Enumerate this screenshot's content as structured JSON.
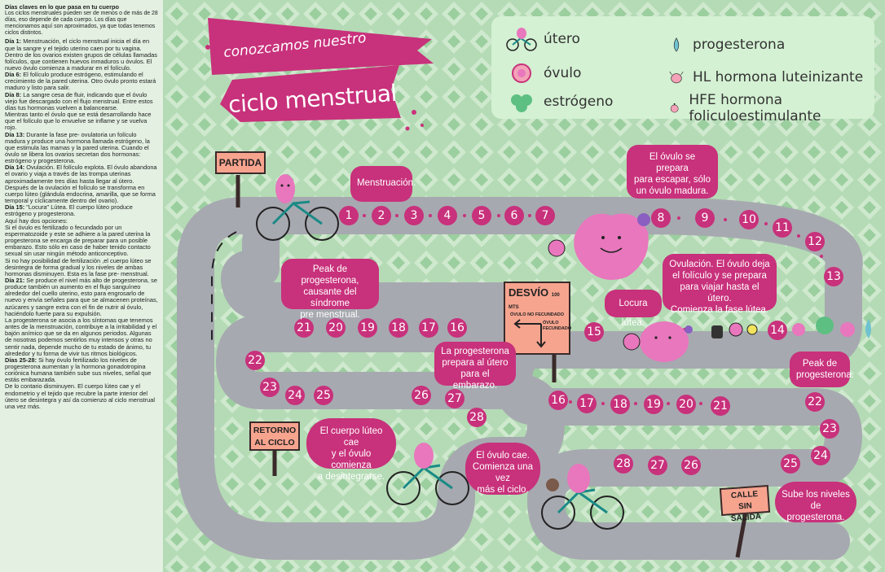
{
  "sidebar": {
    "heading": "Días claves en lo que pasa en tu cuerpo",
    "note": "Los ciclos menstruales pueden ser de menos o de más de 28 días, eso depende de cada cuerpo. Los días que mencionamos aquí son aproximados, ya que todas tenemos ciclos distintos.",
    "entries": [
      {
        "label": "Día 1:",
        "text": " Menstruación, el ciclo menstrual inicia el día en que la sangre y el tejido uterino caen por tu vagina."
      },
      {
        "label": "",
        "text": "Dentro de los ovarios existen grupos de células llamadas folículos, que contienen huevos inmaduros u óvulos. El nuevo óvulo comienza a madurar en el folículo."
      },
      {
        "label": "Día 6:",
        "text": " El folículo produce estrógeno, estimulando el crecimiento de la pared uterina. Otro óvulo pronto estará maduro y listo para salir."
      },
      {
        "label": "Día 8:",
        "text": " La sangre cesa de fluir, indicando que el óvulo viejo fue descargado con el flujo menstrual. Entre estos días tus hormonas vuelven a balancearse."
      },
      {
        "label": "",
        "text": "Mientras tanto el óvulo que se está desarrollando hace que el folículo que lo envuelve se inflame y se vuelva rojo."
      },
      {
        "label": "Día 13:",
        "text": " Durante la fase pre- ovulatoria un folículo madura y produce una hormona llamada estrógeno, la que estimula las mamas y la pared uterina. Cuando el óvulo se libera los ovarios secretan dos hormonas: estrógeno y progesterona."
      },
      {
        "label": "Día 14:",
        "text": " Ovulación. El folículo explota. El óvulo abandona el ovario y viaja a través de las trompa uterinas aproximadamente tres días hasta llegar al útero. Después de la ovulación el folículo se transforma en cuerpo lúteo (glándula endocrina, amarilla, que se forma temporal y cíclicamente dentro del ovario)."
      },
      {
        "label": "Día 15:",
        "text": " \"Locura\" Lútea. El cuerpo lúteo produce estrógeno y progesterona."
      },
      {
        "label": "",
        "text": "Aquí hay dos opciones:"
      },
      {
        "label": "",
        "text": "Si el óvulo es fertilizado o fecundado por un espermatozoide y este se adhiere a la pared uterina la progesterona se encarga de preparar para un posible embarazo. Esto sólo en caso de haber tenido contacto sexual sin usar ningún método anticonceptivo."
      },
      {
        "label": "",
        "text": "Si no hay posibilidad de fertilización ,el cuerpo lúteo se desintegra de forma gradual y los niveles de ambas hormonas disminuyen. Esta es la fase pre- menstrual."
      },
      {
        "label": "Día 21:",
        "text": " Se produce el nivel más alto de progesterona, se produce también un aumento en el flujo sanguíneo alrededor del cuello uterino, esto para engrosarlo de nuevo y envía señales para que se almacenen proteínas, azúcares y sangre extra con el fin de nutrir al óvulo, haciéndolo fuerte para su expulsión."
      },
      {
        "label": "",
        "text": "La progesterona se asocia a los síntomas que tenemos antes de la menstruación, contribuye a la irritabilidad y el bajón anímico que se da en algunos periodos. Algunas de nosotras podemos sentirlos muy intensos y otras no sentir nada, depende mucho de tu estado de ánimo, tu alrededor y tu forma de vivir tus ritmos biológicos."
      },
      {
        "label": "Días 25-28:",
        "text": " Si hay óvulo fertilizado los niveles de progesterona aumentan y la hormona gonadotropina coriónica humana también sube sus niveles, señal que estás embarazada."
      },
      {
        "label": "",
        "text": "De lo contario disminuyen. El cuerpo lúteo cae y el endometrio y el tejido que recubre la parte interior del útero se desintegra y así da comienzo al ciclo menstrual una vez más."
      }
    ]
  },
  "title": {
    "line1": "conozcamos nuestro",
    "line2": "ciclo menstrual"
  },
  "legend": [
    {
      "label": "útero",
      "icon": "uterus-bike-icon"
    },
    {
      "label": "óvulo",
      "icon": "ovum-icon"
    },
    {
      "label": "estrógeno",
      "icon": "estrogen-icon"
    },
    {
      "label": "progesterona",
      "icon": "progesterone-drop-icon"
    },
    {
      "label": "HL hormona luteinizante",
      "icon": "lh-hormone-icon"
    },
    {
      "label": "HFE hormona foliculoestimulante",
      "icon": "fsh-hormone-icon"
    }
  ],
  "signs": {
    "partida": "PARTIDA",
    "retorno": "RETORNO\nAL CICLO",
    "calle": "CALLE\nSIN SALIDA",
    "desvio": "DESVÍO",
    "desvio_dist": "100 MTS",
    "no_fecundado": "ÓVULO NO FECUNDADO",
    "fecundado": "ÓVULO\nFECUNDADO"
  },
  "bubbles": {
    "menstruacion": "Menstruación.",
    "escapar": "El óvulo se prepara\npara escapar, sólo\nun óvulo madura.",
    "peak_pre": "Peak de progesterona,\ncausante del síndrome\npre menstrual.",
    "ovulacion": "Ovulación. El óvulo deja\nel folículo y se prepara\npara viajar hasta el útero.\nComienza la fase lútea.",
    "locura": "Locura lútea.",
    "prepara_utero": "La progesterona\nprepara al útero\npara el embarazo.",
    "peak": "Peak de\nprogesterona.",
    "cuerpo_luteo": "El cuerpo lúteo cae\ny el óvulo comienza\na desintegrarse.",
    "ovulo_cae": "El óvulo cae.\nComienza una vez\nmás el ciclo.",
    "sube": "Sube los niveles\nde progesterona."
  },
  "day_numbers": [
    "1",
    "2",
    "3",
    "4",
    "5",
    "6",
    "7",
    "8",
    "9",
    "10",
    "11",
    "12",
    "13",
    "14",
    "15",
    "16",
    "17",
    "18",
    "19",
    "20",
    "21",
    "22",
    "23",
    "24",
    "25",
    "26",
    "27",
    "28",
    "16",
    "17",
    "18",
    "19",
    "20",
    "21",
    "22",
    "23",
    "24",
    "25",
    "26",
    "27",
    "28"
  ],
  "colors": {
    "accent": "#c8317b",
    "road": "#a7a9b0",
    "background": "#b6dcb8",
    "panel": "#d4f1d3"
  }
}
